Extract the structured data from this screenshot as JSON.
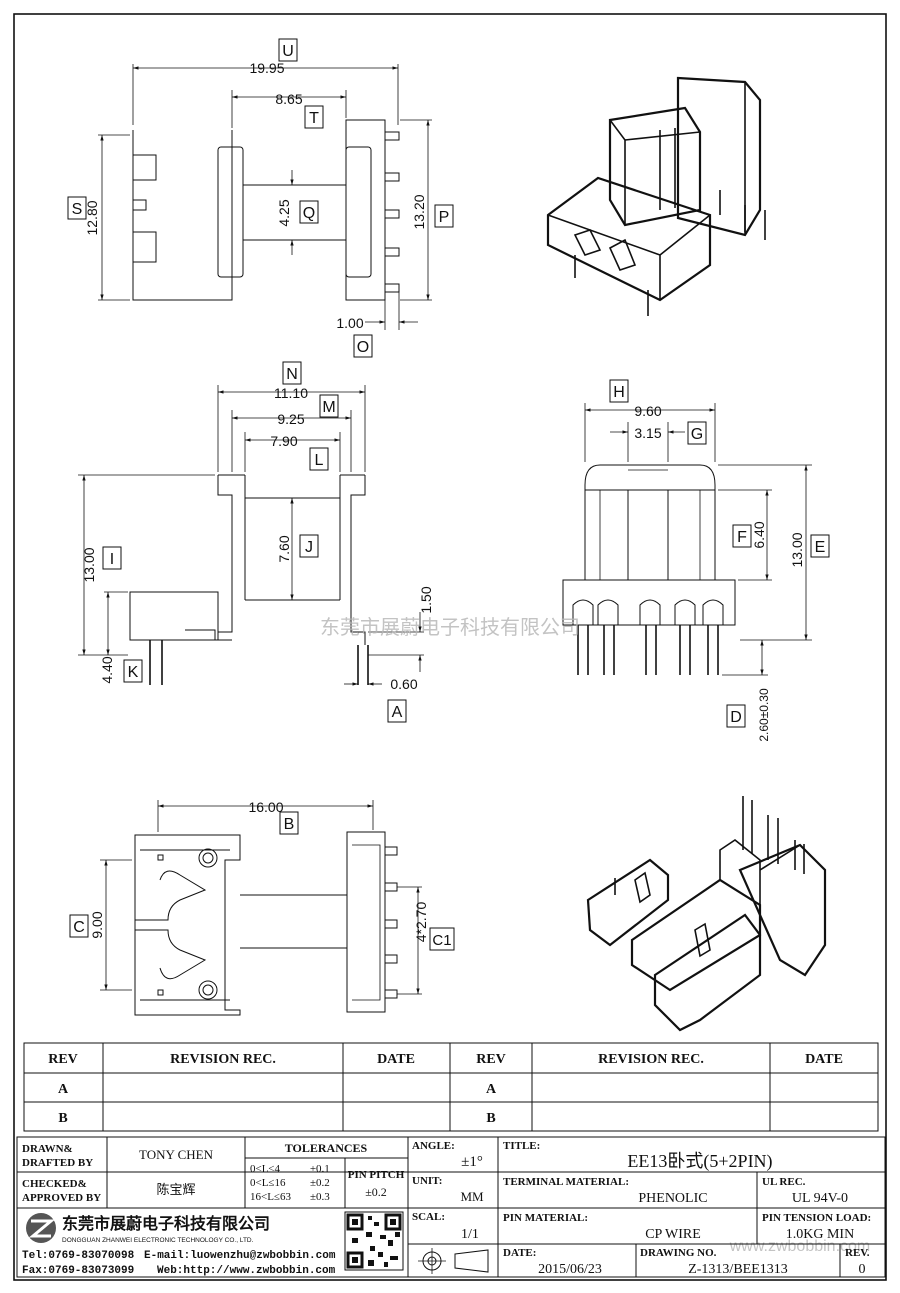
{
  "dimensions": {
    "top_width": "19.95",
    "top_center": "8.65",
    "top_height_left": "12.80",
    "top_height_right": "13.20",
    "top_gap": "4.25",
    "top_pin": "1.00",
    "mid_width1": "11.10",
    "mid_width2": "9.25",
    "mid_width3": "7.90",
    "mid_height": "13.00",
    "mid_window": "7.60",
    "mid_base": "4.40",
    "mid_step": "1.50",
    "mid_pin": "0.60",
    "right_width": "9.60",
    "right_inner": "3.15",
    "right_upper": "6.40",
    "right_height": "13.00",
    "right_pin_len": "2.60±0.30",
    "bot_width": "16.00",
    "bot_height": "9.00",
    "bot_pitch": "4*2.70"
  },
  "letters": {
    "U": "U",
    "T": "T",
    "S": "S",
    "Q": "Q",
    "P": "P",
    "O": "O",
    "N": "N",
    "M": "M",
    "L": "L",
    "J": "J",
    "I": "I",
    "K": "K",
    "A": "A",
    "H": "H",
    "G": "G",
    "F": "F",
    "E": "E",
    "D": "D",
    "B": "B",
    "C": "C",
    "C1": "C1"
  },
  "watermark": "东莞市展蔚电子科技有限公司",
  "watermark2": "www.zwbobbin.com",
  "revision": {
    "headers": [
      "REV",
      "REVISION REC.",
      "DATE",
      "REV",
      "REVISION REC.",
      "DATE"
    ],
    "rows": [
      [
        "A",
        "",
        "",
        "A",
        "",
        ""
      ],
      [
        "B",
        "",
        "",
        "B",
        "",
        ""
      ]
    ]
  },
  "titleblock": {
    "drawn_label": "DRAWN&\nDRAFTED BY",
    "drawn_label_1": "DRAWN&",
    "drawn_label_2": "DRAFTED BY",
    "drawn_value": "TONY CHEN",
    "checked_label_1": "CHECKED&",
    "checked_label_2": "APPROVED BY",
    "checked_value": "陈宝辉",
    "tolerances_label": "TOLERANCES",
    "tol_rows": [
      {
        "range": "0<L≤4",
        "value": "±0.1"
      },
      {
        "range": "0<L≤16",
        "value": "±0.2"
      },
      {
        "range": "16<L≤63",
        "value": "±0.3"
      }
    ],
    "pin_pitch_label": "PIN PITCH",
    "pin_pitch_value": "±0.2",
    "angle_label": "ANGLE:",
    "angle_value": "±1°",
    "unit_label": "UNIT:",
    "unit_value": "MM",
    "scal_label": "SCAL:",
    "scal_value": "1/1",
    "title_label": "TITLE:",
    "title_value": "EE13卧式(5+2PIN)",
    "terminal_label": "TERMINAL MATERIAL:",
    "terminal_value": "PHENOLIC",
    "ul_label": "UL REC.",
    "ul_value": "UL 94V-0",
    "pin_material_label": "PIN MATERIAL:",
    "pin_material_value": "CP WIRE",
    "tension_label": "PIN TENSION LOAD:",
    "tension_value": "1.0KG MIN",
    "date_label": "DATE:",
    "date_value": "2015/06/23",
    "drawing_label": "DRAWING NO.",
    "drawing_value": "Z-1313/BEE1313",
    "rev_label": "REV.",
    "rev_value": "0",
    "company_cn": "东莞市展蔚电子科技有限公司",
    "company_en": "DONGGUAN ZHANWEI ELECTRONIC TECHNOLOGY CO., LTD.",
    "tel": "Tel:0769-83070098",
    "email": "E-mail:luowenzhu@zwbobbin.com",
    "fax": "Fax:0769-83073099",
    "web": "Web:http://www.zwbobbin.com"
  }
}
